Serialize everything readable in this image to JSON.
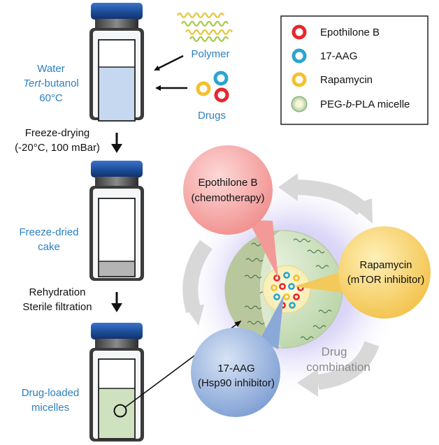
{
  "colors": {
    "vial_cap": "#1e4f9c",
    "vial_glass": "#f4f6f8",
    "solution_blue": "#c5d8ef",
    "cake_gray": "#b4b4b4",
    "micelle_green": "#cfe2bf",
    "label_blue": "#2a7fc0",
    "epothilone": "#e8262c",
    "aag": "#2ba4d0",
    "rapamycin": "#f3c12f",
    "bubble_red": "#f3a9a7",
    "bubble_yellow": "#f6d26a",
    "bubble_blue": "#8eabd8",
    "arrow_gray": "#d6d6d6",
    "glow_purple": "#b9b0ef"
  },
  "left": {
    "vial1_label_line1": "Water",
    "vial1_label_line2_italic": "Tert",
    "vial1_label_line2_rest": "-butanol",
    "vial1_label_line3": "60°C",
    "step1_line1": "Freeze-drying",
    "step1_line2": "(-20°C, 100 mBar)",
    "vial2_label_line1": "Freeze-dried",
    "vial2_label_line2": "cake",
    "step2_line1": "Rehydration",
    "step2_line2": "Sterile filtration",
    "vial3_label_line1": "Drug-loaded",
    "vial3_label_line2": "micelles"
  },
  "inputs": {
    "polymer_label": "Polymer",
    "drugs_label": "Drugs"
  },
  "legend": {
    "items": [
      {
        "label": "Epothilone B",
        "icon": "red-ring"
      },
      {
        "label": "17-AAG",
        "icon": "blue-ring"
      },
      {
        "label": "Rapamycin",
        "icon": "yellow-ring"
      },
      {
        "label_pre": "PEG-",
        "label_italic": "b",
        "label_post": "-PLA micelle",
        "icon": "micelle"
      }
    ]
  },
  "bubbles": {
    "epothilone_line1": "Epothilone B",
    "epothilone_line2": "(chemotherapy)",
    "rapamycin_line1": "Rapamycin",
    "rapamycin_line2": "(mTOR inhibitor)",
    "aag_line1": "17-AAG",
    "aag_line2": "(Hsp90 inhibitor)"
  },
  "cycle": {
    "line1": "Drug",
    "line2": "combination"
  }
}
